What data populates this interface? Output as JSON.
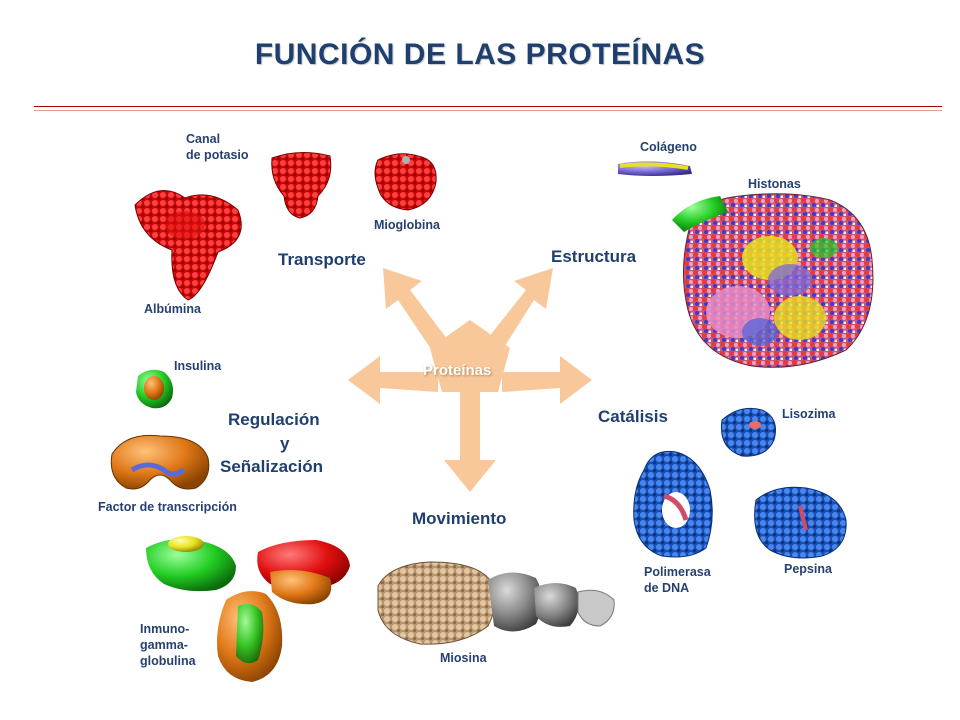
{
  "title": "FUNCIÓN DE LAS PROTEÍNAS",
  "center_label": "Proteínas",
  "categories": {
    "transporte": "Transporte",
    "estructura": "Estructura",
    "catalisis": "Catálisis",
    "movimiento": "Movimiento",
    "regulacion_line1": "Regulación",
    "regulacion_line2": "y",
    "regulacion_line3": "Señalización"
  },
  "proteins": {
    "canal_line1": "Canal",
    "canal_line2": "de potasio",
    "mioglobina": "Mioglobina",
    "albumina": "Albúmina",
    "colageno": "Colágeno",
    "histonas": "Histonas",
    "lisozima": "Lisozima",
    "polimerasa_line1": "Polimerasa",
    "polimerasa_line2": "de DNA",
    "pepsina": "Pepsina",
    "miosina": "Miosina",
    "insulina": "Insulina",
    "factor": "Factor de transcripción",
    "inmuno_line1": "Inmuno-",
    "inmuno_line2": "gamma-",
    "inmuno_line3": "globulina"
  },
  "colors": {
    "title": "#1f3f6f",
    "label": "#1f3f6f",
    "arrow": "#f8c89a",
    "rule": "#b00000",
    "red": "#e01010",
    "blue": "#1a5ccc",
    "green": "#22cc22",
    "orange": "#e07818",
    "tan": "#c8a47c",
    "gray": "#8a8a8a",
    "pink": "#e48cc8",
    "yellow": "#e8e020",
    "violet": "#7a6ad8"
  }
}
